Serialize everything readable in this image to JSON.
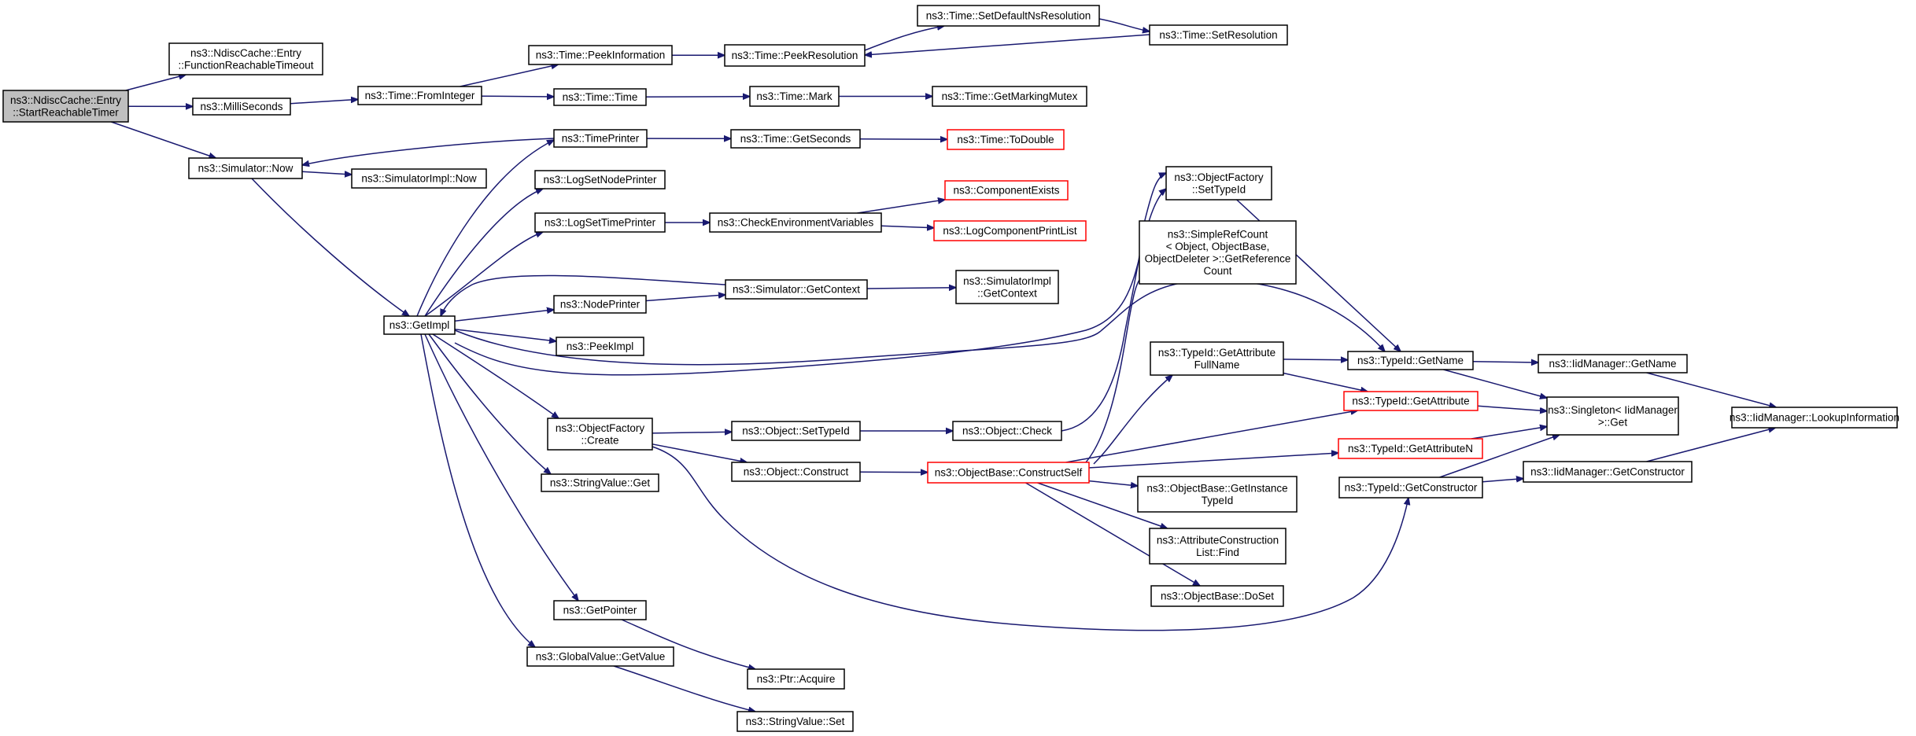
{
  "graph": {
    "nodes": [
      {
        "id": "root",
        "lines": [
          "ns3::NdiscCache::Entry",
          "::StartReachableTimer"
        ],
        "style": "root"
      },
      {
        "id": "funcReach",
        "lines": [
          "ns3::NdiscCache::Entry",
          "::FunctionReachableTimeout"
        ]
      },
      {
        "id": "milli",
        "lines": [
          "ns3::MilliSeconds"
        ]
      },
      {
        "id": "simNow",
        "lines": [
          "ns3::Simulator::Now"
        ]
      },
      {
        "id": "fromInt",
        "lines": [
          "ns3::Time::FromInteger"
        ]
      },
      {
        "id": "simImplNow",
        "lines": [
          "ns3::SimulatorImpl::Now"
        ]
      },
      {
        "id": "getImpl",
        "lines": [
          "ns3::GetImpl"
        ]
      },
      {
        "id": "peekInfo",
        "lines": [
          "ns3::Time::PeekInformation"
        ]
      },
      {
        "id": "timeTime",
        "lines": [
          "ns3::Time::Time"
        ]
      },
      {
        "id": "timePrinter",
        "lines": [
          "ns3::TimePrinter"
        ]
      },
      {
        "id": "logSetNode",
        "lines": [
          "ns3::LogSetNodePrinter"
        ]
      },
      {
        "id": "logSetTime",
        "lines": [
          "ns3::LogSetTimePrinter"
        ]
      },
      {
        "id": "nodePrinter",
        "lines": [
          "ns3::NodePrinter"
        ]
      },
      {
        "id": "peekImpl",
        "lines": [
          "ns3::PeekImpl"
        ]
      },
      {
        "id": "objFactCreate",
        "lines": [
          "ns3::ObjectFactory",
          "::Create"
        ]
      },
      {
        "id": "strValGet",
        "lines": [
          "ns3::StringValue::Get"
        ]
      },
      {
        "id": "getPointer",
        "lines": [
          "ns3::GetPointer"
        ]
      },
      {
        "id": "globalGet",
        "lines": [
          "ns3::GlobalValue::GetValue"
        ]
      },
      {
        "id": "peekRes",
        "lines": [
          "ns3::Time::PeekResolution"
        ]
      },
      {
        "id": "mark",
        "lines": [
          "ns3::Time::Mark"
        ]
      },
      {
        "id": "getSeconds",
        "lines": [
          "ns3::Time::GetSeconds"
        ]
      },
      {
        "id": "checkEnv",
        "lines": [
          "ns3::CheckEnvironmentVariables"
        ]
      },
      {
        "id": "simGetContext",
        "lines": [
          "ns3::Simulator::GetContext"
        ]
      },
      {
        "id": "objSetTypeId",
        "lines": [
          "ns3::Object::SetTypeId"
        ]
      },
      {
        "id": "objConstruct",
        "lines": [
          "ns3::Object::Construct"
        ]
      },
      {
        "id": "ptrAcquire",
        "lines": [
          "ns3::Ptr::Acquire"
        ]
      },
      {
        "id": "strValSet",
        "lines": [
          "ns3::StringValue::Set"
        ]
      },
      {
        "id": "setDefNs",
        "lines": [
          "ns3::Time::SetDefaultNsResolution"
        ]
      },
      {
        "id": "getMarkMutex",
        "lines": [
          "ns3::Time::GetMarkingMutex"
        ]
      },
      {
        "id": "toDouble",
        "lines": [
          "ns3::Time::ToDouble"
        ],
        "style": "red"
      },
      {
        "id": "compExists",
        "lines": [
          "ns3::ComponentExists"
        ],
        "style": "red"
      },
      {
        "id": "logCompPrint",
        "lines": [
          "ns3::LogComponentPrintList"
        ],
        "style": "red"
      },
      {
        "id": "simImplGetCtx",
        "lines": [
          "ns3::SimulatorImpl",
          "::GetContext"
        ]
      },
      {
        "id": "objCheck",
        "lines": [
          "ns3::Object::Check"
        ]
      },
      {
        "id": "objBaseConstruct",
        "lines": [
          "ns3::ObjectBase::ConstructSelf"
        ],
        "style": "red"
      },
      {
        "id": "setRes",
        "lines": [
          "ns3::Time::SetResolution"
        ]
      },
      {
        "id": "objFactSetTypeId",
        "lines": [
          "ns3::ObjectFactory",
          "::SetTypeId"
        ]
      },
      {
        "id": "simpleRef",
        "lines": [
          "ns3::SimpleRefCount",
          "< Object, ObjectBase,",
          "ObjectDeleter >::GetReference",
          "Count"
        ]
      },
      {
        "id": "typeIdGetAttrFull",
        "lines": [
          "ns3::TypeId::GetAttribute",
          "FullName"
        ]
      },
      {
        "id": "objBaseGetInst",
        "lines": [
          "ns3::ObjectBase::GetInstance",
          "TypeId"
        ]
      },
      {
        "id": "attrConstrFind",
        "lines": [
          "ns3::AttributeConstruction",
          "List::Find"
        ]
      },
      {
        "id": "objBaseDoSet",
        "lines": [
          "ns3::ObjectBase::DoSet"
        ]
      },
      {
        "id": "typeIdGetName",
        "lines": [
          "ns3::TypeId::GetName"
        ]
      },
      {
        "id": "typeIdGetAttr",
        "lines": [
          "ns3::TypeId::GetAttribute"
        ],
        "style": "red"
      },
      {
        "id": "typeIdGetAttrN",
        "lines": [
          "ns3::TypeId::GetAttributeN"
        ],
        "style": "red"
      },
      {
        "id": "typeIdGetCtor",
        "lines": [
          "ns3::TypeId::GetConstructor"
        ]
      },
      {
        "id": "iidGetName",
        "lines": [
          "ns3::IidManager::GetName"
        ]
      },
      {
        "id": "singleton",
        "lines": [
          "ns3::Singleton< IidManager",
          ">::Get"
        ]
      },
      {
        "id": "iidGetCtor",
        "lines": [
          "ns3::IidManager::GetConstructor"
        ]
      },
      {
        "id": "iidLookup",
        "lines": [
          "ns3::IidManager::LookupInformation"
        ]
      }
    ],
    "edges": [
      [
        "root",
        "funcReach"
      ],
      [
        "root",
        "milli"
      ],
      [
        "root",
        "simNow"
      ],
      [
        "milli",
        "fromInt"
      ],
      [
        "fromInt",
        "peekInfo"
      ],
      [
        "fromInt",
        "timeTime"
      ],
      [
        "peekInfo",
        "peekRes"
      ],
      [
        "peekRes",
        "setDefNs"
      ],
      [
        "setDefNs",
        "setRes"
      ],
      [
        "setRes",
        "peekRes"
      ],
      [
        "timeTime",
        "mark"
      ],
      [
        "mark",
        "getMarkMutex"
      ],
      [
        "simNow",
        "simImplNow"
      ],
      [
        "simNow",
        "getImpl"
      ],
      [
        "timePrinter",
        "simNow"
      ],
      [
        "timePrinter",
        "getSeconds"
      ],
      [
        "getSeconds",
        "toDouble"
      ],
      [
        "getImpl",
        "timePrinter"
      ],
      [
        "getImpl",
        "logSetNode"
      ],
      [
        "getImpl",
        "logSetTime"
      ],
      [
        "logSetTime",
        "checkEnv"
      ],
      [
        "checkEnv",
        "compExists"
      ],
      [
        "checkEnv",
        "logCompPrint"
      ],
      [
        "simGetContext",
        "getImpl"
      ],
      [
        "getImpl",
        "nodePrinter"
      ],
      [
        "nodePrinter",
        "simGetContext"
      ],
      [
        "simGetContext",
        "simImplGetCtx"
      ],
      [
        "getImpl",
        "peekImpl"
      ],
      [
        "getImpl",
        "objFactSetTypeId"
      ],
      [
        "getImpl",
        "typeIdGetName"
      ],
      [
        "getImpl",
        "objFactCreate"
      ],
      [
        "getImpl",
        "strValGet"
      ],
      [
        "getImpl",
        "getPointer"
      ],
      [
        "getImpl",
        "globalGet"
      ],
      [
        "objFactCreate",
        "objSetTypeId"
      ],
      [
        "objFactCreate",
        "objConstruct"
      ],
      [
        "objFactCreate",
        "typeIdGetCtor"
      ],
      [
        "objSetTypeId",
        "objCheck"
      ],
      [
        "objCheck",
        "objFactSetTypeId"
      ],
      [
        "objFactSetTypeId",
        "typeIdGetName"
      ],
      [
        "objConstruct",
        "objBaseConstruct"
      ],
      [
        "objBaseConstruct",
        "simpleRef"
      ],
      [
        "objBaseConstruct",
        "typeIdGetAttrFull"
      ],
      [
        "objBaseConstruct",
        "typeIdGetAttr"
      ],
      [
        "objBaseConstruct",
        "typeIdGetAttrN"
      ],
      [
        "objBaseConstruct",
        "objBaseGetInst"
      ],
      [
        "objBaseConstruct",
        "attrConstrFind"
      ],
      [
        "objBaseConstruct",
        "objBaseDoSet"
      ],
      [
        "typeIdGetAttrFull",
        "typeIdGetName"
      ],
      [
        "typeIdGetAttrFull",
        "typeIdGetAttr"
      ],
      [
        "typeIdGetName",
        "iidGetName"
      ],
      [
        "typeIdGetName",
        "singleton"
      ],
      [
        "typeIdGetAttr",
        "singleton"
      ],
      [
        "typeIdGetAttrN",
        "singleton"
      ],
      [
        "typeIdGetCtor",
        "singleton"
      ],
      [
        "typeIdGetCtor",
        "iidGetCtor"
      ],
      [
        "iidGetName",
        "iidLookup"
      ],
      [
        "iidGetCtor",
        "iidLookup"
      ],
      [
        "getPointer",
        "ptrAcquire"
      ],
      [
        "globalGet",
        "strValSet"
      ]
    ]
  }
}
